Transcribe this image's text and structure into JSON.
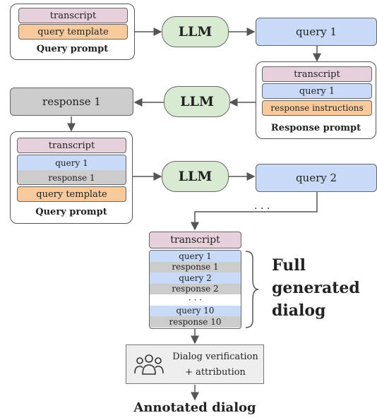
{
  "prompt1": {
    "transcript": "transcript",
    "template": "query template",
    "label": "Query prompt"
  },
  "llm": "LLM",
  "query1": "query 1",
  "response_prompt": {
    "transcript": "transcript",
    "query": "query 1",
    "instructions": "response instructions",
    "label": "Response prompt"
  },
  "response1": "response 1",
  "prompt2": {
    "transcript": "transcript",
    "query": "query 1",
    "response": "response 1",
    "template": "query template",
    "label": "Query prompt"
  },
  "query2": "query 2",
  "ellipsis": "· · ·",
  "dialog": {
    "transcript": "transcript",
    "rows": [
      "query 1",
      "response 1",
      "query 2",
      "response 2",
      "· · ·",
      "query 10",
      "response 10"
    ],
    "label_lines": [
      "Full",
      "generated",
      "dialog"
    ]
  },
  "verification": {
    "line1": "Dialog verification",
    "line2": "+ attribution",
    "icon": "people-icon"
  },
  "output": "Annotated dialog"
}
